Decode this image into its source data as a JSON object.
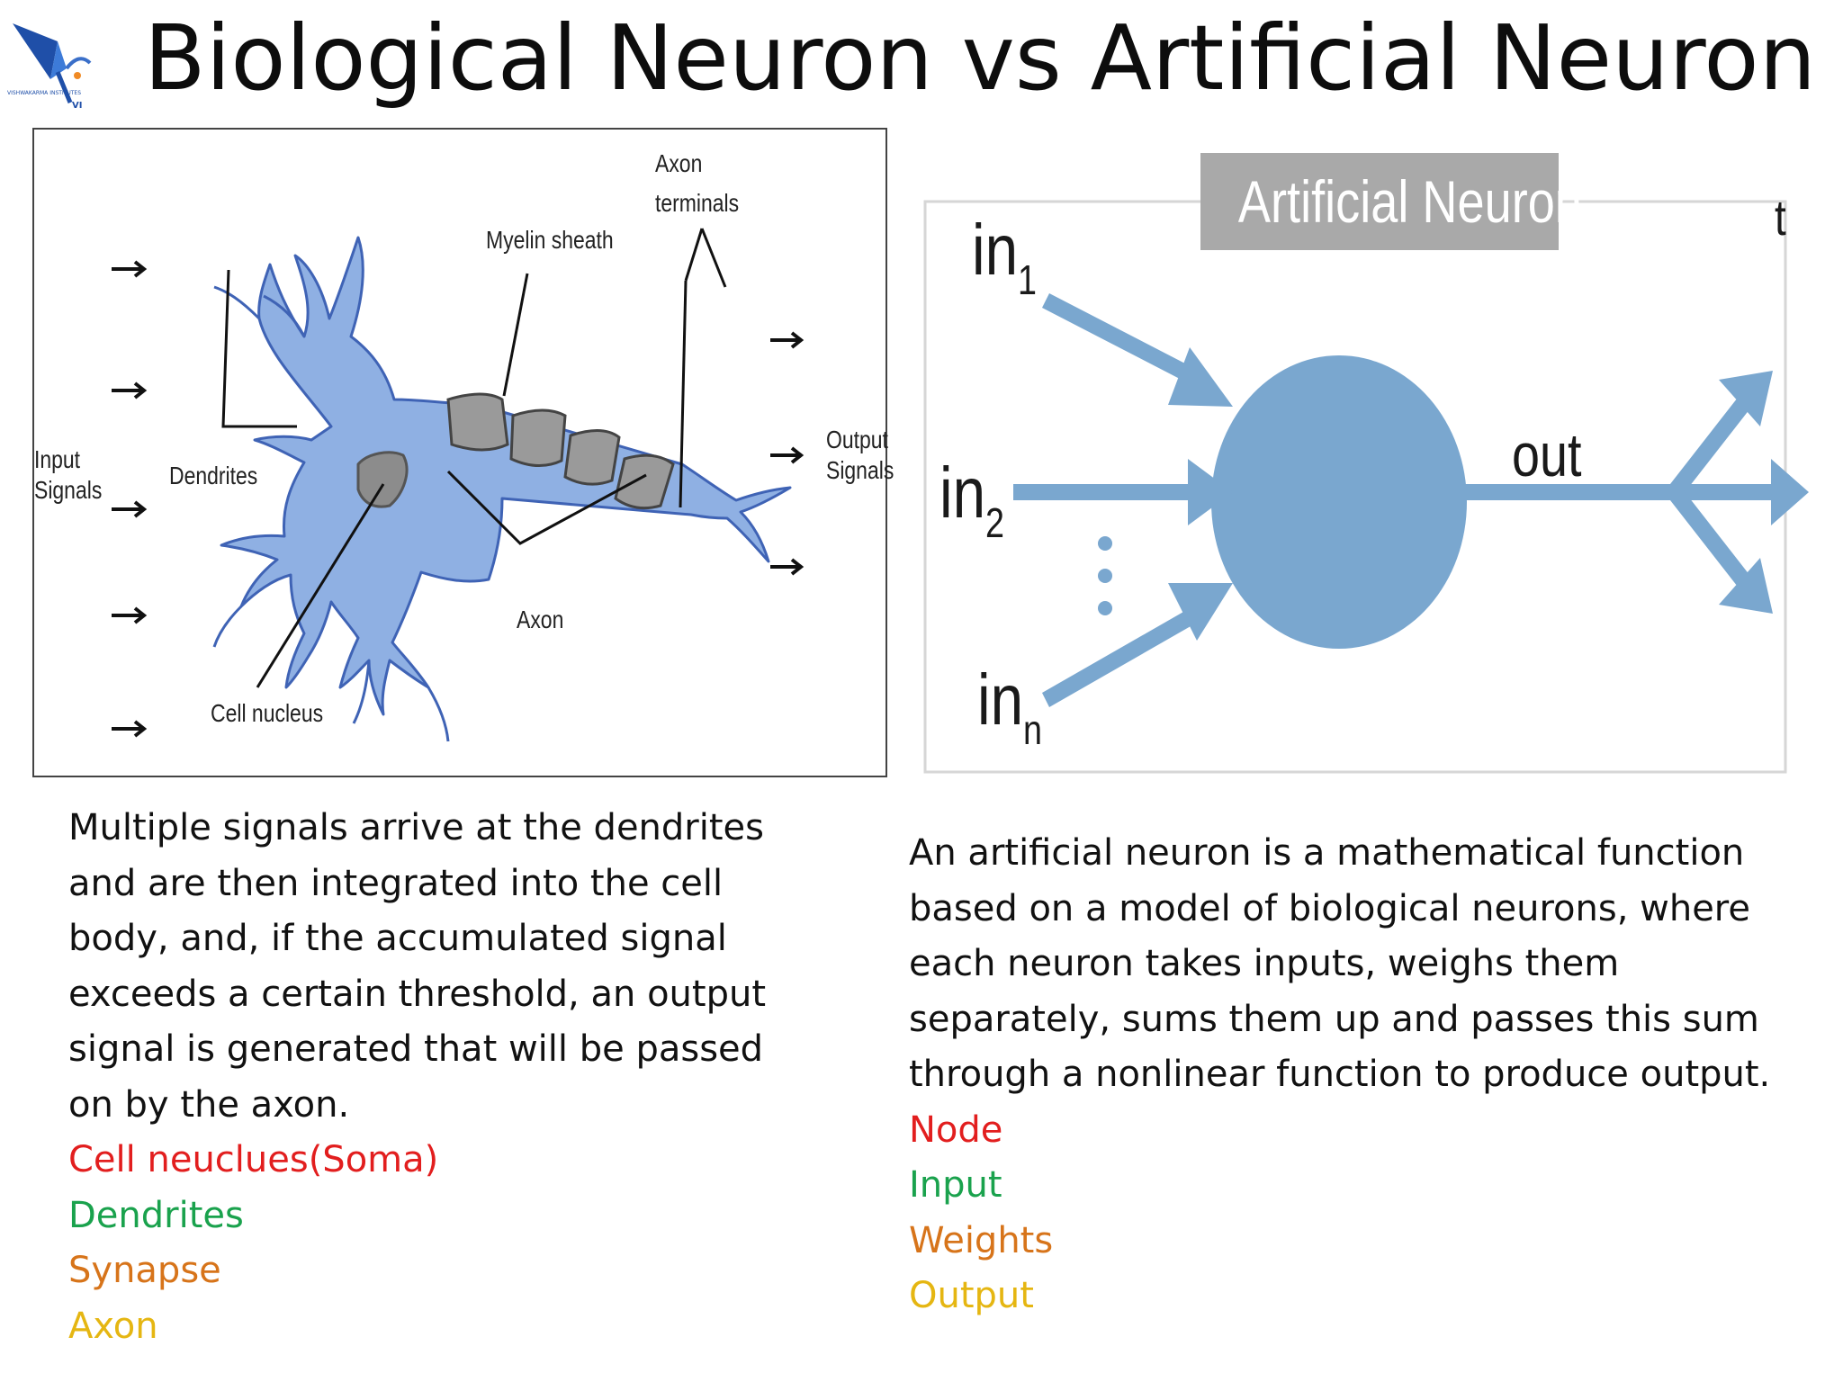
{
  "title": "Biological Neuron vs Artificial Neuron",
  "logo": {
    "text_top": "VISHWAKARMA INSTITUTES",
    "text_mark": "VI"
  },
  "biological_diagram": {
    "labels": {
      "input_signals": [
        "Input",
        "Signals"
      ],
      "dendrites": "Dendrites",
      "cell_nucleus": "Cell nucleus",
      "myelin_sheath": "Myelin sheath",
      "axon_terminals": [
        "Axon",
        "terminals"
      ],
      "axon": "Axon",
      "output_signals": [
        "Output",
        "Signals"
      ]
    }
  },
  "artificial_diagram": {
    "title": "Artificial Neuron",
    "inputs": [
      {
        "base": "in",
        "sub": "1"
      },
      {
        "base": "in",
        "sub": "2"
      },
      {
        "base": "in",
        "sub": "n"
      }
    ],
    "output_label": "out",
    "stray_mark": "t"
  },
  "left_text": {
    "paragraph": "Multiple signals arrive at the dendrites and are then integrated into the cell body, and, if the accumulated signal exceeds a certain threshold, an output signal is generated that will be passed on by the axon.",
    "lines": [
      "Multiple signals arrive at the dendrites",
      "and are then integrated into the cell",
      "body, and, if the accumulated signal",
      "exceeds a certain threshold, an output",
      "signal is generated that will be passed",
      "on by the axon."
    ],
    "terms": [
      {
        "text": "Cell neuclues(Soma)",
        "color": "#e21e1e"
      },
      {
        "text": "Dendrites",
        "color": "#1aa24d"
      },
      {
        "text": "Synapse",
        "color": "#d7741a"
      },
      {
        "text": "Axon",
        "color": "#e5b612"
      }
    ]
  },
  "right_text": {
    "lines": [
      "An artificial neuron is a mathematical function",
      "based on a model of biological neurons, where",
      "each neuron takes inputs, weighs them",
      "separately, sums them up and passes this sum",
      "through a nonlinear function to produce output."
    ],
    "terms": [
      {
        "text": "Node",
        "color": "#e21e1e"
      },
      {
        "text": "Input",
        "color": "#1aa24d"
      },
      {
        "text": "Weights",
        "color": "#d7741a"
      },
      {
        "text": "Output",
        "color": "#e5b612"
      }
    ]
  },
  "colors": {
    "neuron_blue": "#8fb0e3",
    "artificial_blue": "#7aa7cf",
    "myelin_gray": "#9a9a9a",
    "title_box_gray": "#a9a9a9"
  }
}
